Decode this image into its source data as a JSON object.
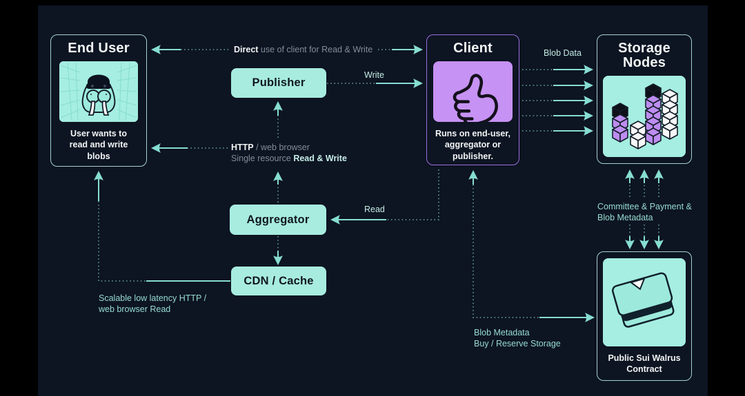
{
  "diagram": {
    "nodes": {
      "end_user": {
        "title": "End User",
        "caption": "User wants to\nread and write\nblobs",
        "image": "walrus-illustration"
      },
      "client": {
        "title": "Client",
        "caption": "Runs on end-user,\naggregator or\npublisher.",
        "image": "thumbs-up-icon"
      },
      "storage_nodes": {
        "title": "Storage\nNodes",
        "image": "cube-stacks-illustration"
      },
      "contract": {
        "caption": "Public Sui Walrus\nContract",
        "image": "paper-stack-icon"
      },
      "publisher": {
        "label": "Publisher"
      },
      "aggregator": {
        "label": "Aggregator"
      },
      "cdn": {
        "label": "CDN / Cache"
      }
    },
    "labels": {
      "direct_strong": "Direct",
      "direct_rest": " use of client for Read & Write",
      "write": "Write",
      "read": "Read",
      "blob_data": "Blob Data",
      "http_line1_strong": "HTTP",
      "http_line1_rest": " / web browser",
      "http_line2_gray": "Single resource ",
      "http_line2_strong": "Read & Write",
      "committee": "Committee & Payment &\nBlob Metadata",
      "scalable": "Scalable low latency HTTP /\nweb browser Read",
      "blob_metadata": "Blob Metadata\nBuy / Reserve Storage"
    },
    "colors": {
      "background": "#0d1422",
      "frame": "#000000",
      "mint": "#a8ecdf",
      "mint_img": "#a5eee1",
      "teal_border": "#a3d5cd",
      "purple_border": "#9b6fe0",
      "purple_fill": "#c692f3",
      "arrow": "#86ddd2",
      "label_teal": "#96dcd2",
      "label_gray": "#828c99",
      "text_white": "#f2f5f5",
      "text_dark": "#10181f"
    }
  }
}
